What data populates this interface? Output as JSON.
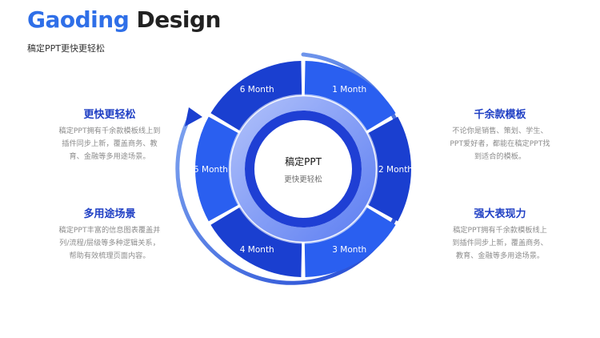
{
  "header": {
    "brand_accent": "Gaoding",
    "brand_rest": "Design",
    "tagline": "稿定PPT更快更轻松"
  },
  "diagram": {
    "center_title": "稿定PPT",
    "center_subtitle": "更快更轻松",
    "segments": [
      "1 Month",
      "2 Month",
      "3 Month",
      "4 Month",
      "5 Month",
      "6 Month"
    ]
  },
  "blocks": {
    "top_left": {
      "title": "更快更轻松",
      "lines": [
        "稿定PPT拥有千余款模板线上到",
        "插件同步上新，覆盖商务、教",
        "育、金融等多用途场景。"
      ]
    },
    "bottom_left": {
      "title": "多用途场景",
      "lines": [
        "稿定PPT丰富的信息图表覆盖并",
        "列/流程/层级等多种逻辑关系，",
        "帮助有效梳理页面内容。"
      ]
    },
    "top_right": {
      "title": "千余款模板",
      "lines": [
        "不论你是销售、策划、学生、",
        "PPT爱好者，都能在稿定PPT找",
        "到适合的模板。"
      ]
    },
    "bottom_right": {
      "title": "强大表现力",
      "lines": [
        "稿定PPT拥有千余款模板线上",
        "到插件同步上新，覆盖商务、",
        "教育、金融等多用途场景。"
      ]
    }
  },
  "colors": {
    "accent": "#2f6fe8",
    "segment_dark": "#1a3fd0",
    "segment_light": "#2a5ff0",
    "ring_light": "#c9d5fb",
    "heading": "#1f3fc4"
  }
}
